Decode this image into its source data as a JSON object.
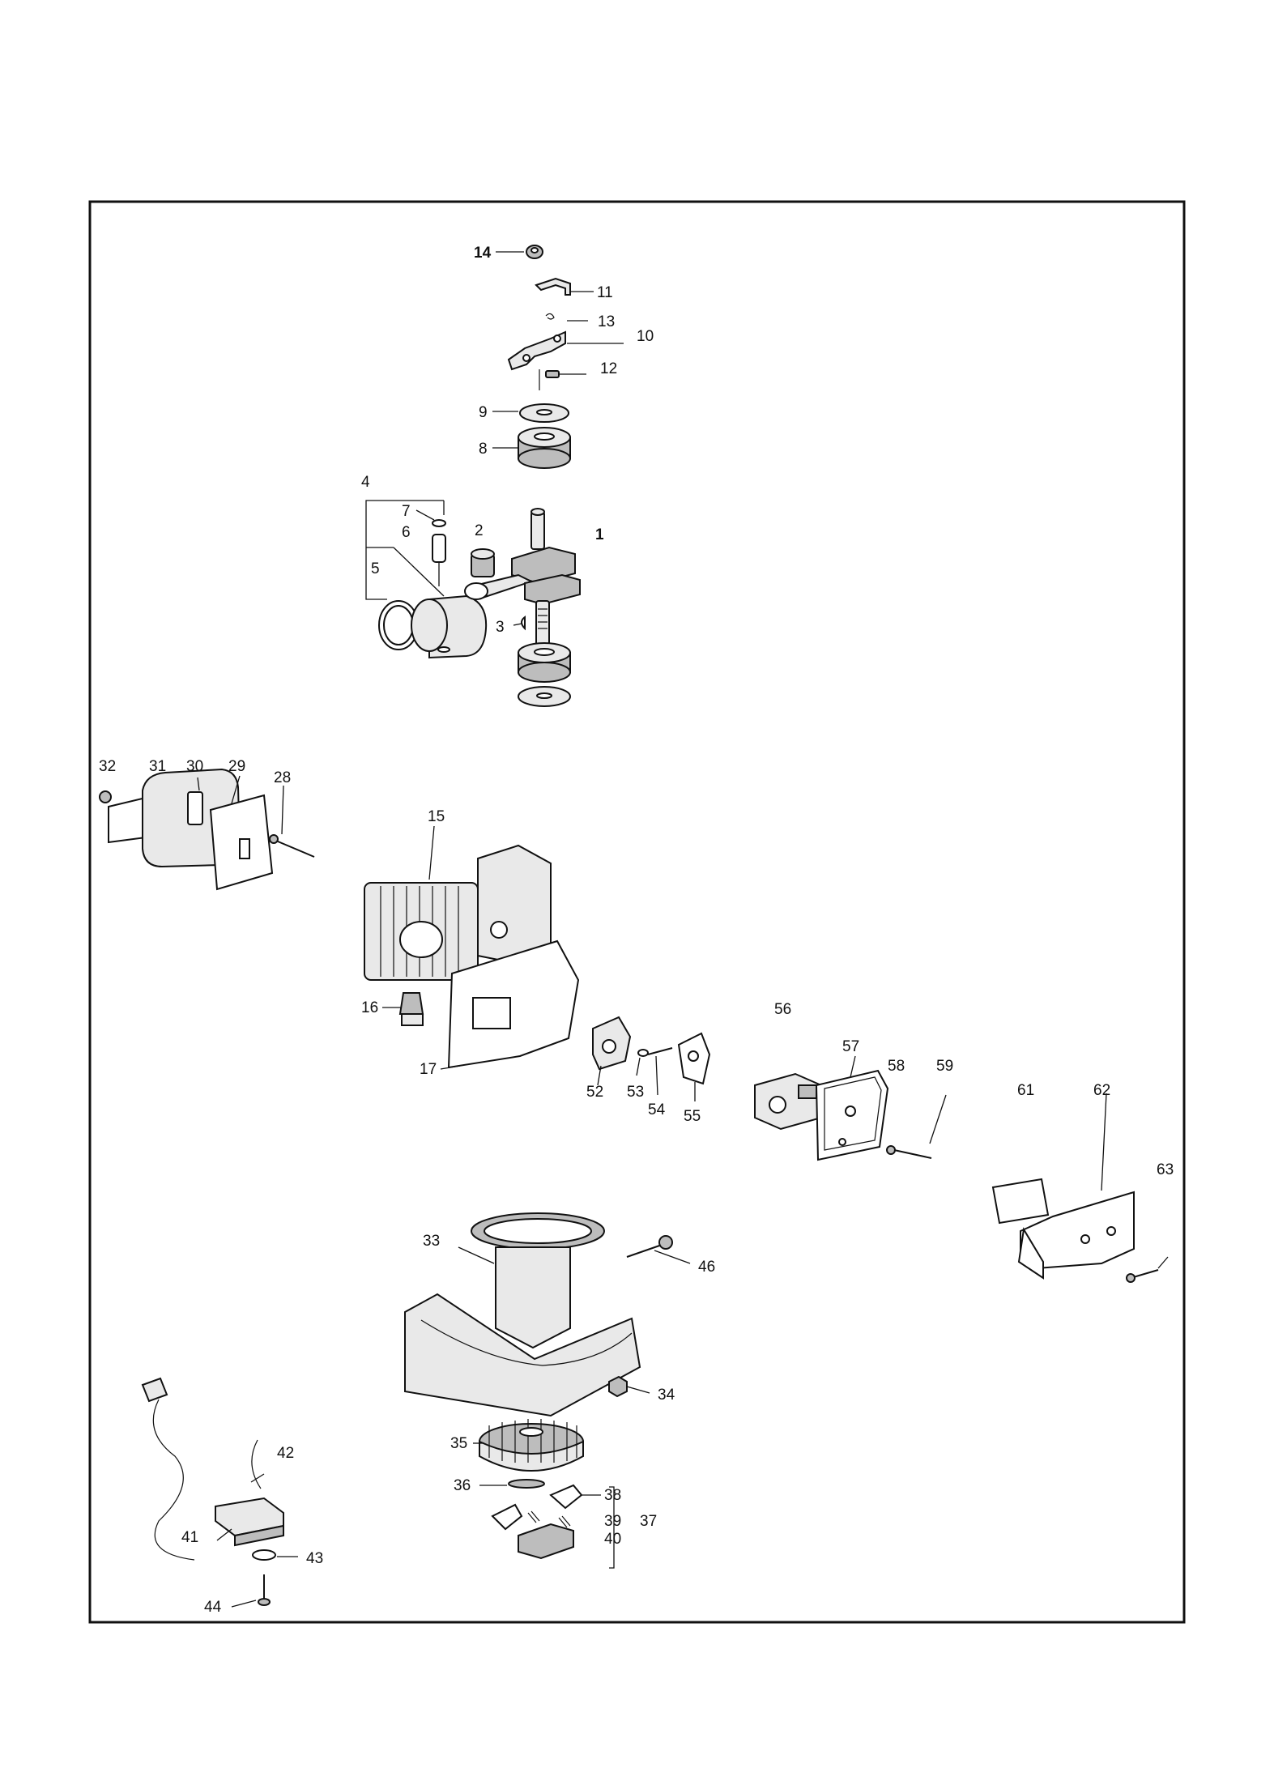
{
  "colors": {
    "ink": "#111111",
    "paper": "#ffffff",
    "part_fill": "#e9e9e9",
    "part_shade": "#bdbdbd"
  },
  "labels": {
    "p1": "1",
    "p2": "2",
    "p3": "3",
    "p4": "4",
    "p5": "5",
    "p6": "6",
    "p7": "7",
    "p8": "8",
    "p9": "9",
    "p10": "10",
    "p11": "11",
    "p12": "12",
    "p13": "13",
    "p14": "14",
    "p15": "15",
    "p16": "16",
    "p17": "17",
    "p28": "28",
    "p29": "29",
    "p30": "30",
    "p31": "31",
    "p32": "32",
    "p33": "33",
    "p34": "34",
    "p35": "35",
    "p36": "36",
    "p37": "37",
    "p38": "38",
    "p39": "39",
    "p40": "40",
    "p41": "41",
    "p42": "42",
    "p43": "43",
    "p44": "44",
    "p46": "46",
    "p52": "52",
    "p53": "53",
    "p54": "54",
    "p55": "55",
    "p56": "56",
    "p57": "57",
    "p58": "58",
    "p59": "59",
    "p61": "61",
    "p62": "62",
    "p63": "63"
  }
}
